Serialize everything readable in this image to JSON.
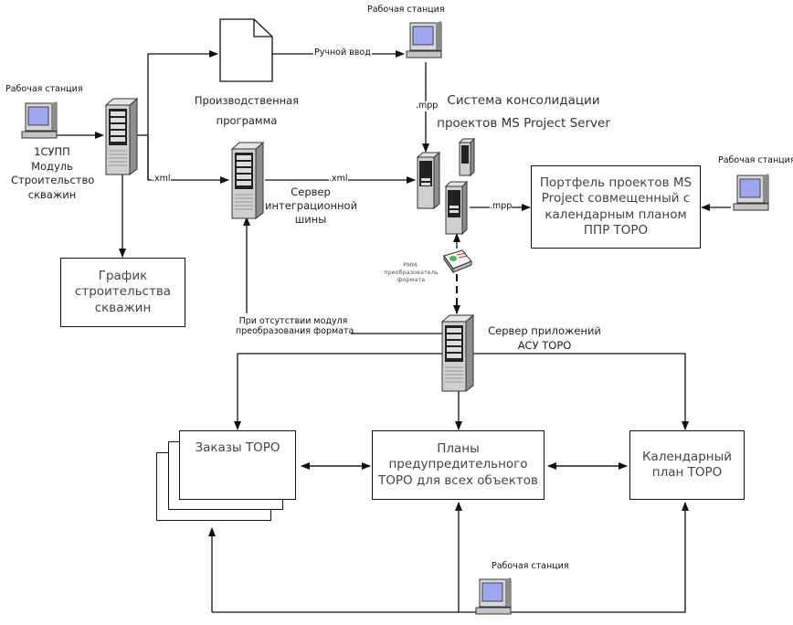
{
  "diagram": {
    "workstations": {
      "left": "Рабочая станция",
      "top": "Рабочая станция",
      "right": "Рабочая станция",
      "bottom": "Рабочая станция"
    },
    "nodes": {
      "supp": [
        "1СУПП",
        "Модуль",
        "Строительство",
        "скважин"
      ],
      "production_program": [
        "Производственная",
        "программа"
      ],
      "integration_server": [
        "Сервер",
        "интеграционной",
        "шины"
      ],
      "ms_project_server": [
        "Система консолидации",
        "проектов MS Project  Server"
      ],
      "portfolio": [
        "Портфель проектов  MS",
        "Project совмещенный с",
        "календарным планом",
        "ППР ТОРО"
      ],
      "well_schedule": [
        "График",
        "строительства",
        "скважин"
      ],
      "pmm_converter": [
        "PMM-",
        "преобразователь",
        "формата"
      ],
      "app_server": [
        "Сервер приложений",
        "АСУ ТОРО"
      ],
      "orders": "Заказы ТОРО",
      "plans": [
        "Планы",
        "предупредительного",
        "ТОРО для всех объектов"
      ],
      "calendar_plan": [
        "Календарный",
        "план ТОРО"
      ]
    },
    "edge_labels": {
      "manual_input": "Ручной ввод",
      "mpp_top": ".mpp",
      "mpp_right": ".mpp",
      "xml_left": ".xml",
      "xml_right": ".xml",
      "no_module": [
        "При отсутствии модуля",
        "преобразования формата"
      ]
    },
    "colors": {
      "line": "#111111",
      "screen": "#9fa6f0",
      "server_body": "#c9c9c9",
      "server_side": "#8e8e8e"
    }
  }
}
